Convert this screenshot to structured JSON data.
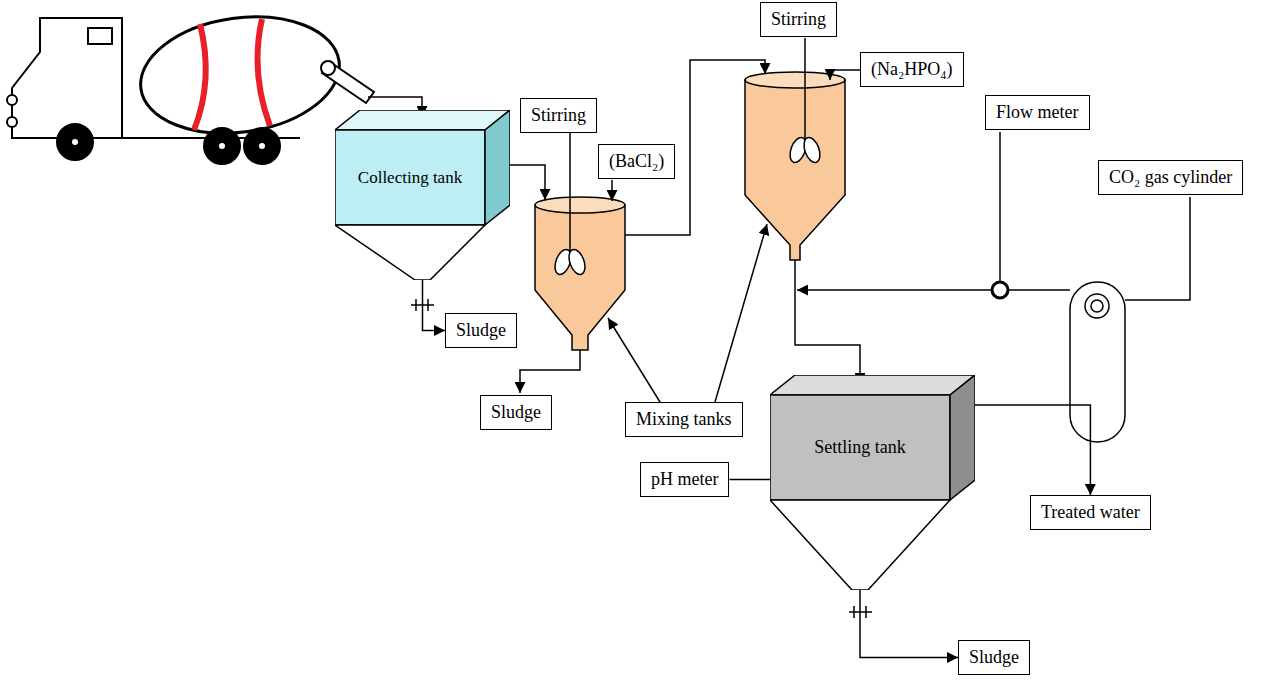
{
  "diagram": {
    "nodes": [
      {
        "text": [
          "Collecting tank"
        ]
      },
      {
        "text": [
          "Stirring"
        ]
      },
      {
        "text": [
          "(BaCl₂)"
        ]
      },
      {
        "text": [
          "Stirring"
        ]
      },
      {
        "text": [
          "(Na₂HPO₄)"
        ]
      },
      {
        "text": [
          "Flow meter"
        ]
      },
      {
        "text": [
          "CO₂ gas cylinder"
        ]
      },
      {
        "text": [
          "Sludge"
        ]
      },
      {
        "text": [
          "Sludge"
        ]
      },
      {
        "text": [
          "Mixing tanks"
        ]
      },
      {
        "text": [
          "pH meter"
        ]
      },
      {
        "text": [
          "Settling tank"
        ]
      },
      {
        "text": [
          "Treated water"
        ]
      },
      {
        "text": [
          "Sludge"
        ]
      }
    ],
    "edges": [
      {
        "from": 0,
        "to": 7,
        "arrow": "to"
      },
      {
        "from": 10,
        "to": 11,
        "arrow": "none"
      },
      {
        "from": 11,
        "to": 12,
        "arrow": "to"
      },
      {
        "from": 11,
        "to": 13,
        "arrow": "to"
      }
    ]
  }
}
